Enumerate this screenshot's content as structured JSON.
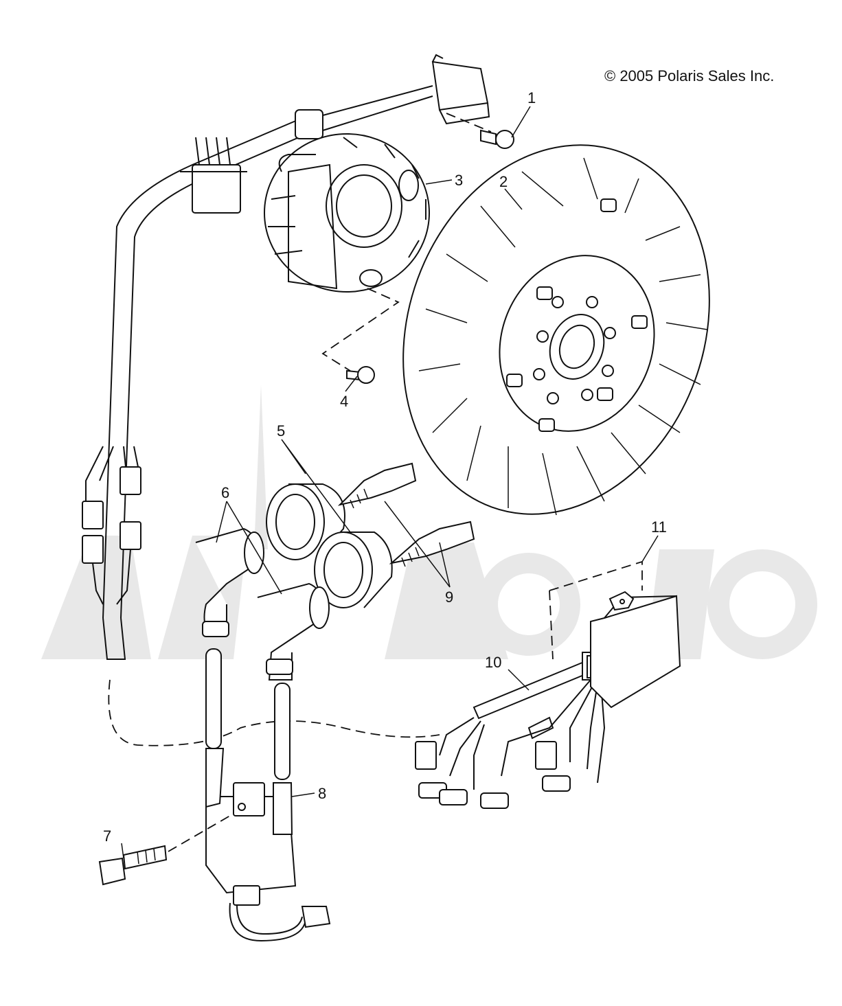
{
  "copyright": "© 2005 Polaris Sales Inc.",
  "callouts": [
    "1",
    "2",
    "3",
    "4",
    "5",
    "6",
    "7",
    "8",
    "9",
    "10",
    "11"
  ],
  "parts": [
    {
      "name": "bolt-1"
    },
    {
      "name": "flywheel"
    },
    {
      "name": "stator"
    },
    {
      "name": "screw-4"
    },
    {
      "name": "spark-plug-boots-5"
    },
    {
      "name": "spark-plug-caps-6"
    },
    {
      "name": "bolt-7"
    },
    {
      "name": "ignition-coil-8"
    },
    {
      "name": "spark-plugs-9"
    },
    {
      "name": "wiring-harness-10"
    },
    {
      "name": "cdi-box-11"
    }
  ]
}
